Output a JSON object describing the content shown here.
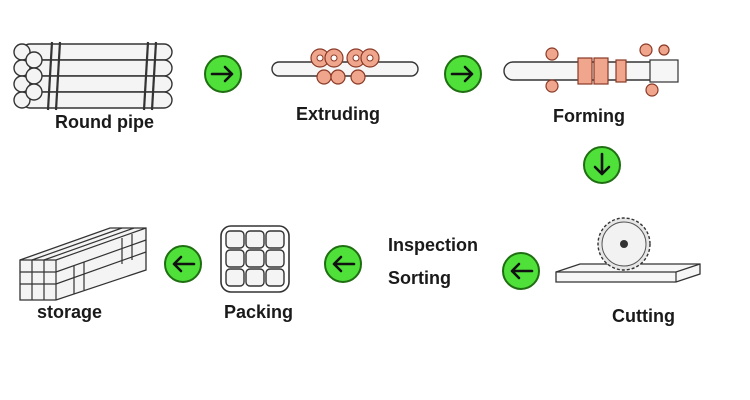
{
  "steps": {
    "round_pipe": "Round pipe",
    "extruding": "Extruding",
    "forming": "Forming",
    "cutting": "Cutting",
    "inspection": "Inspection",
    "sorting": "Sorting",
    "packing": "Packing",
    "storage": "storage"
  },
  "colors": {
    "arrow_fill": "#4fe03a",
    "arrow_stroke": "#1f6e12",
    "roller": "#f0a58d",
    "roller_stroke": "#8a3a26",
    "line": "#333333"
  },
  "icons": {
    "flow_arrow": "arrow-circle-icon"
  }
}
